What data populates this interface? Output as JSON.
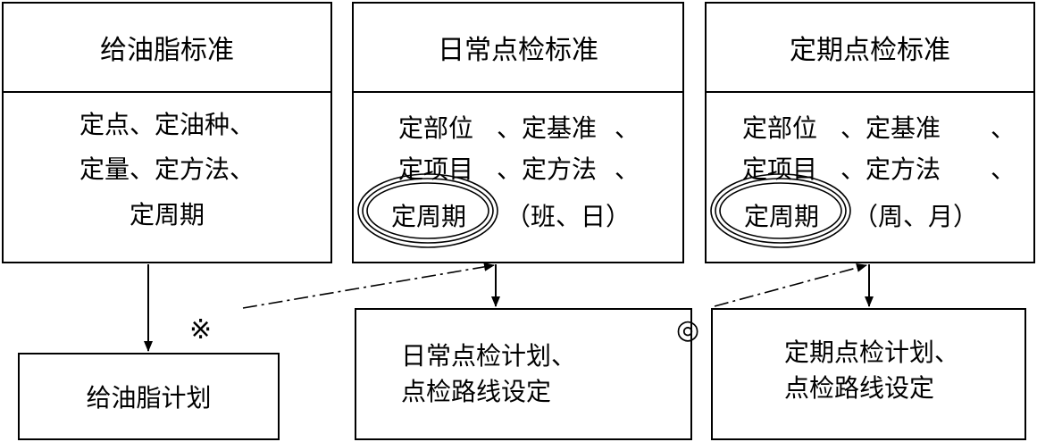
{
  "box1": {
    "title": "给油脂标准",
    "lines": [
      "定点、定油种、",
      "定量、定方法、",
      "定周期"
    ]
  },
  "box2": {
    "title": "日常点检标准",
    "line1a": "定部位",
    "line1b": "、定基准",
    "line1c": "、",
    "line2a": "定项目",
    "line2b": "、定方法",
    "line2c": "、",
    "circled": "定周期",
    "period": "（班、日）"
  },
  "box3": {
    "title": "定期点检标准",
    "line1a": "定部位",
    "line1b": "、定基准",
    "line1c": "、",
    "line2a": "定项目",
    "line2b": "、定方法",
    "line2c": "、",
    "circled": "定周期",
    "period": "（周、月）"
  },
  "plan1": {
    "label": "给油脂计划"
  },
  "plan2": {
    "line1": "日常点检计划、",
    "line2": "点检路线设定"
  },
  "plan3": {
    "line1": "定期点检计划、",
    "line2": "点检路线设定"
  },
  "marks": {
    "reference": "※",
    "double_circle": "◎"
  }
}
